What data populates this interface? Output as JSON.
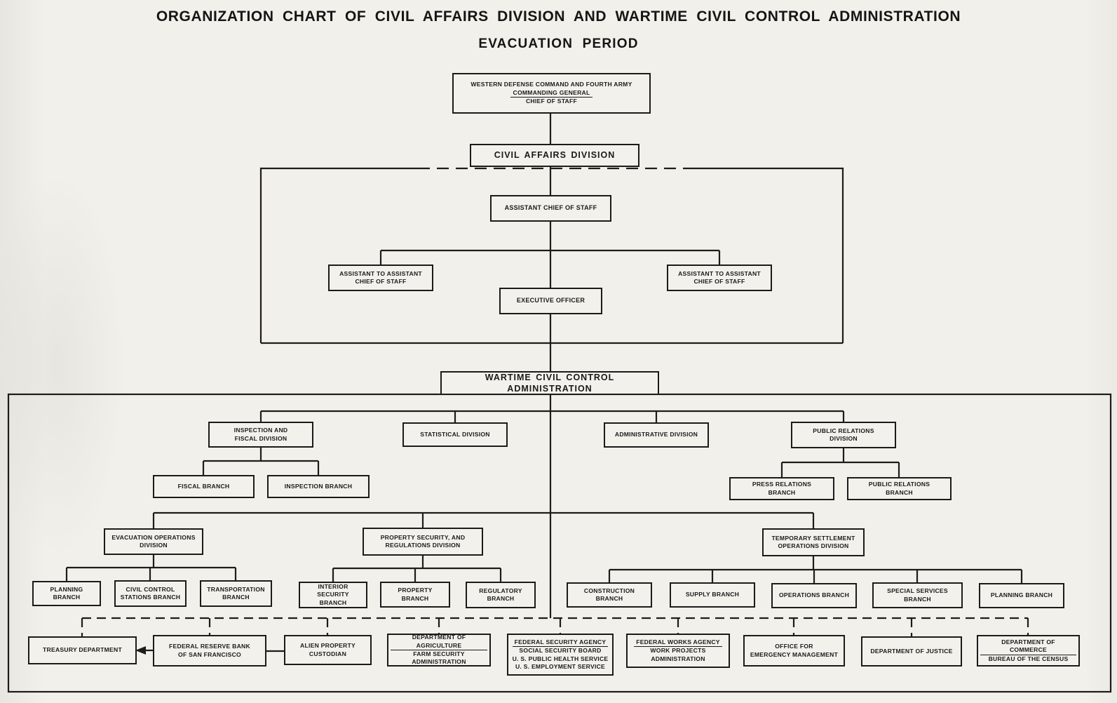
{
  "document": {
    "title_line1": "ORGANIZATION CHART OF CIVIL AFFAIRS DIVISION AND WARTIME CIVIL CONTROL ADMINISTRATION",
    "title_line2": "EVACUATION PERIOD"
  },
  "colors": {
    "paper": "#f2f0ea",
    "ink": "#1c1c1c"
  },
  "nodes": {
    "western_defense": {
      "lines": [
        "WESTERN DEFENSE COMMAND AND FOURTH ARMY",
        "COMMANDING GENERAL",
        "CHIEF OF STAFF"
      ]
    },
    "civil_affairs": {
      "lines": [
        "CIVIL AFFAIRS DIVISION"
      ]
    },
    "assistant_chief": {
      "lines": [
        "ASSISTANT CHIEF OF STAFF"
      ]
    },
    "assistant_to_assistant_left": {
      "lines": [
        "ASSISTANT TO ASSISTANT",
        "CHIEF OF STAFF"
      ]
    },
    "assistant_to_assistant_right": {
      "lines": [
        "ASSISTANT TO ASSISTANT",
        "CHIEF OF STAFF"
      ]
    },
    "executive_officer": {
      "lines": [
        "EXECUTIVE OFFICER"
      ]
    },
    "wcca": {
      "lines": [
        "WARTIME CIVIL CONTROL ADMINISTRATION"
      ]
    },
    "inspection_fiscal_division": {
      "lines": [
        "INSPECTION AND",
        "FISCAL DIVISION"
      ]
    },
    "statistical_division": {
      "lines": [
        "STATISTICAL DIVISION"
      ]
    },
    "administrative_division": {
      "lines": [
        "ADMINISTRATIVE DIVISION"
      ]
    },
    "public_relations_division": {
      "lines": [
        "PUBLIC RELATIONS",
        "DIVISION"
      ]
    },
    "fiscal_branch": {
      "lines": [
        "FISCAL BRANCH"
      ]
    },
    "inspection_branch": {
      "lines": [
        "INSPECTION BRANCH"
      ]
    },
    "press_relations_branch": {
      "lines": [
        "PRESS RELATIONS",
        "BRANCH"
      ]
    },
    "public_relations_branch": {
      "lines": [
        "PUBLIC RELATIONS",
        "BRANCH"
      ]
    },
    "evacuation_operations_division": {
      "lines": [
        "EVACUATION OPERATIONS",
        "DIVISION"
      ]
    },
    "property_security_division": {
      "lines": [
        "PROPERTY SECURITY, AND",
        "REGULATIONS DIVISION"
      ]
    },
    "temporary_settlement_division": {
      "lines": [
        "TEMPORARY SETTLEMENT",
        "OPERATIONS DIVISION"
      ]
    },
    "planning_branch_left": {
      "lines": [
        "PLANNING BRANCH"
      ]
    },
    "civil_control_stations_branch": {
      "lines": [
        "CIVIL CONTROL",
        "STATIONS BRANCH"
      ]
    },
    "transportation_branch": {
      "lines": [
        "TRANSPORTATION",
        "BRANCH"
      ]
    },
    "interior_security_branch": {
      "lines": [
        "INTERIOR SECURITY",
        "BRANCH"
      ]
    },
    "property_branch": {
      "lines": [
        "PROPERTY BRANCH"
      ]
    },
    "regulatory_branch": {
      "lines": [
        "REGULATORY",
        "BRANCH"
      ]
    },
    "construction_branch": {
      "lines": [
        "CONSTRUCTION BRANCH"
      ]
    },
    "supply_branch": {
      "lines": [
        "SUPPLY BRANCH"
      ]
    },
    "operations_branch": {
      "lines": [
        "OPERATIONS BRANCH"
      ]
    },
    "special_services_branch": {
      "lines": [
        "SPECIAL SERVICES",
        "BRANCH"
      ]
    },
    "planning_branch_right": {
      "lines": [
        "PLANNING BRANCH"
      ]
    },
    "treasury_department": {
      "lines": [
        "TREASURY DEPARTMENT"
      ]
    },
    "federal_reserve_bank": {
      "lines": [
        "FEDERAL RESERVE BANK",
        "OF SAN FRANCISCO"
      ]
    },
    "alien_property_custodian": {
      "lines": [
        "ALIEN PROPERTY",
        "CUSTODIAN"
      ]
    },
    "dept_agriculture": {
      "lines": [
        "DEPARTMENT OF AGRICULTURE",
        "FARM SECURITY",
        "ADMINISTRATION"
      ]
    },
    "federal_security_agency": {
      "lines": [
        "FEDERAL SECURITY AGENCY",
        "SOCIAL SECURITY BOARD",
        "U. S. PUBLIC HEALTH SERVICE",
        "U. S. EMPLOYMENT SERVICE"
      ]
    },
    "federal_works_agency": {
      "lines": [
        "FEDERAL WORKS AGENCY",
        "WORK PROJECTS",
        "ADMINISTRATION"
      ]
    },
    "office_emergency_management": {
      "lines": [
        "OFFICE FOR",
        "EMERGENCY MANAGEMENT"
      ]
    },
    "dept_justice": {
      "lines": [
        "DEPARTMENT OF JUSTICE"
      ]
    },
    "dept_commerce": {
      "lines": [
        "DEPARTMENT OF COMMERCE",
        "BUREAU OF THE CENSUS"
      ]
    }
  },
  "hierarchy": [
    {
      "parent": "WESTERN DEFENSE COMMAND AND FOURTH ARMY / COMMANDING GENERAL / CHIEF OF STAFF",
      "children": [
        "CIVIL AFFAIRS DIVISION"
      ]
    },
    {
      "parent": "CIVIL AFFAIRS DIVISION",
      "children": [
        "ASSISTANT CHIEF OF STAFF"
      ]
    },
    {
      "parent": "ASSISTANT CHIEF OF STAFF",
      "children": [
        "ASSISTANT TO ASSISTANT CHIEF OF STAFF (LEFT)",
        "ASSISTANT TO ASSISTANT CHIEF OF STAFF (RIGHT)",
        "EXECUTIVE OFFICER"
      ]
    },
    {
      "parent": "EXECUTIVE OFFICER",
      "children": [
        "WARTIME CIVIL CONTROL ADMINISTRATION"
      ]
    },
    {
      "parent": "WARTIME CIVIL CONTROL ADMINISTRATION",
      "children": [
        "INSPECTION AND FISCAL DIVISION",
        "STATISTICAL DIVISION",
        "ADMINISTRATIVE DIVISION",
        "PUBLIC RELATIONS DIVISION",
        "EVACUATION OPERATIONS DIVISION",
        "PROPERTY SECURITY, AND REGULATIONS DIVISION",
        "TEMPORARY SETTLEMENT OPERATIONS DIVISION"
      ]
    },
    {
      "parent": "INSPECTION AND FISCAL DIVISION",
      "children": [
        "FISCAL BRANCH",
        "INSPECTION BRANCH"
      ]
    },
    {
      "parent": "PUBLIC RELATIONS DIVISION",
      "children": [
        "PRESS RELATIONS BRANCH",
        "PUBLIC RELATIONS BRANCH"
      ]
    },
    {
      "parent": "EVACUATION OPERATIONS DIVISION",
      "children": [
        "PLANNING BRANCH",
        "CIVIL CONTROL STATIONS BRANCH",
        "TRANSPORTATION BRANCH"
      ]
    },
    {
      "parent": "PROPERTY SECURITY, AND REGULATIONS DIVISION",
      "children": [
        "INTERIOR SECURITY BRANCH",
        "PROPERTY BRANCH",
        "REGULATORY BRANCH"
      ]
    },
    {
      "parent": "TEMPORARY SETTLEMENT OPERATIONS DIVISION",
      "children": [
        "CONSTRUCTION BRANCH",
        "SUPPLY BRANCH",
        "OPERATIONS BRANCH",
        "SPECIAL SERVICES BRANCH",
        "PLANNING BRANCH"
      ]
    },
    {
      "parent": "WARTIME CIVIL CONTROL ADMINISTRATION",
      "relation": "dashed liaison line",
      "children": [
        "TREASURY DEPARTMENT",
        "FEDERAL RESERVE BANK OF SAN FRANCISCO",
        "ALIEN PROPERTY CUSTODIAN",
        "DEPARTMENT OF AGRICULTURE / FARM SECURITY ADMINISTRATION",
        "FEDERAL SECURITY AGENCY / SOCIAL SECURITY BOARD, U. S. PUBLIC HEALTH SERVICE, U. S. EMPLOYMENT SERVICE",
        "FEDERAL WORKS AGENCY / WORK PROJECTS ADMINISTRATION",
        "OFFICE FOR EMERGENCY MANAGEMENT",
        "DEPARTMENT OF JUSTICE",
        "DEPARTMENT OF COMMERCE / BUREAU OF THE CENSUS"
      ]
    }
  ]
}
